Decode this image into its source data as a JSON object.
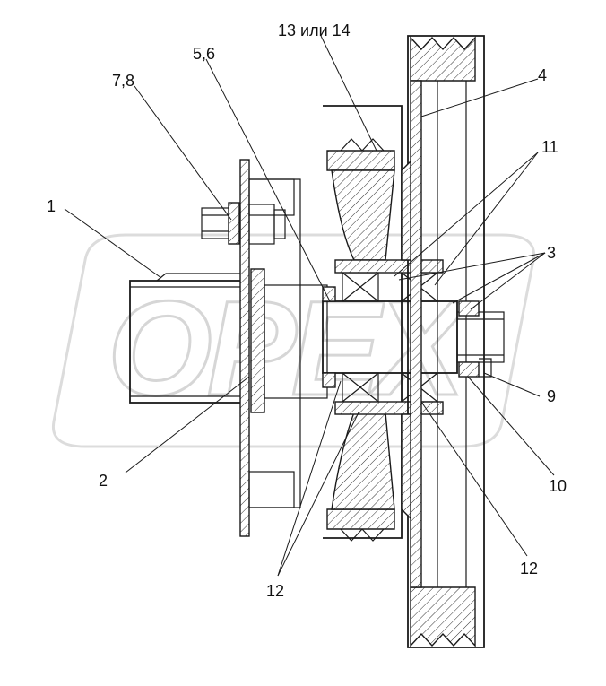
{
  "callouts": {
    "c1": "1",
    "c2": "2",
    "c3": "3",
    "c4": "4",
    "c56": "5,6",
    "c78": "7,8",
    "c9": "9",
    "c10": "10",
    "c11": "11",
    "c12a": "12",
    "c12b": "12",
    "c1314": "13 или 14"
  },
  "watermark": {
    "text": "OPEX"
  },
  "colors": {
    "line": "#1a1a1a",
    "watermark": "#8a8a8a",
    "background": "#ffffff"
  }
}
